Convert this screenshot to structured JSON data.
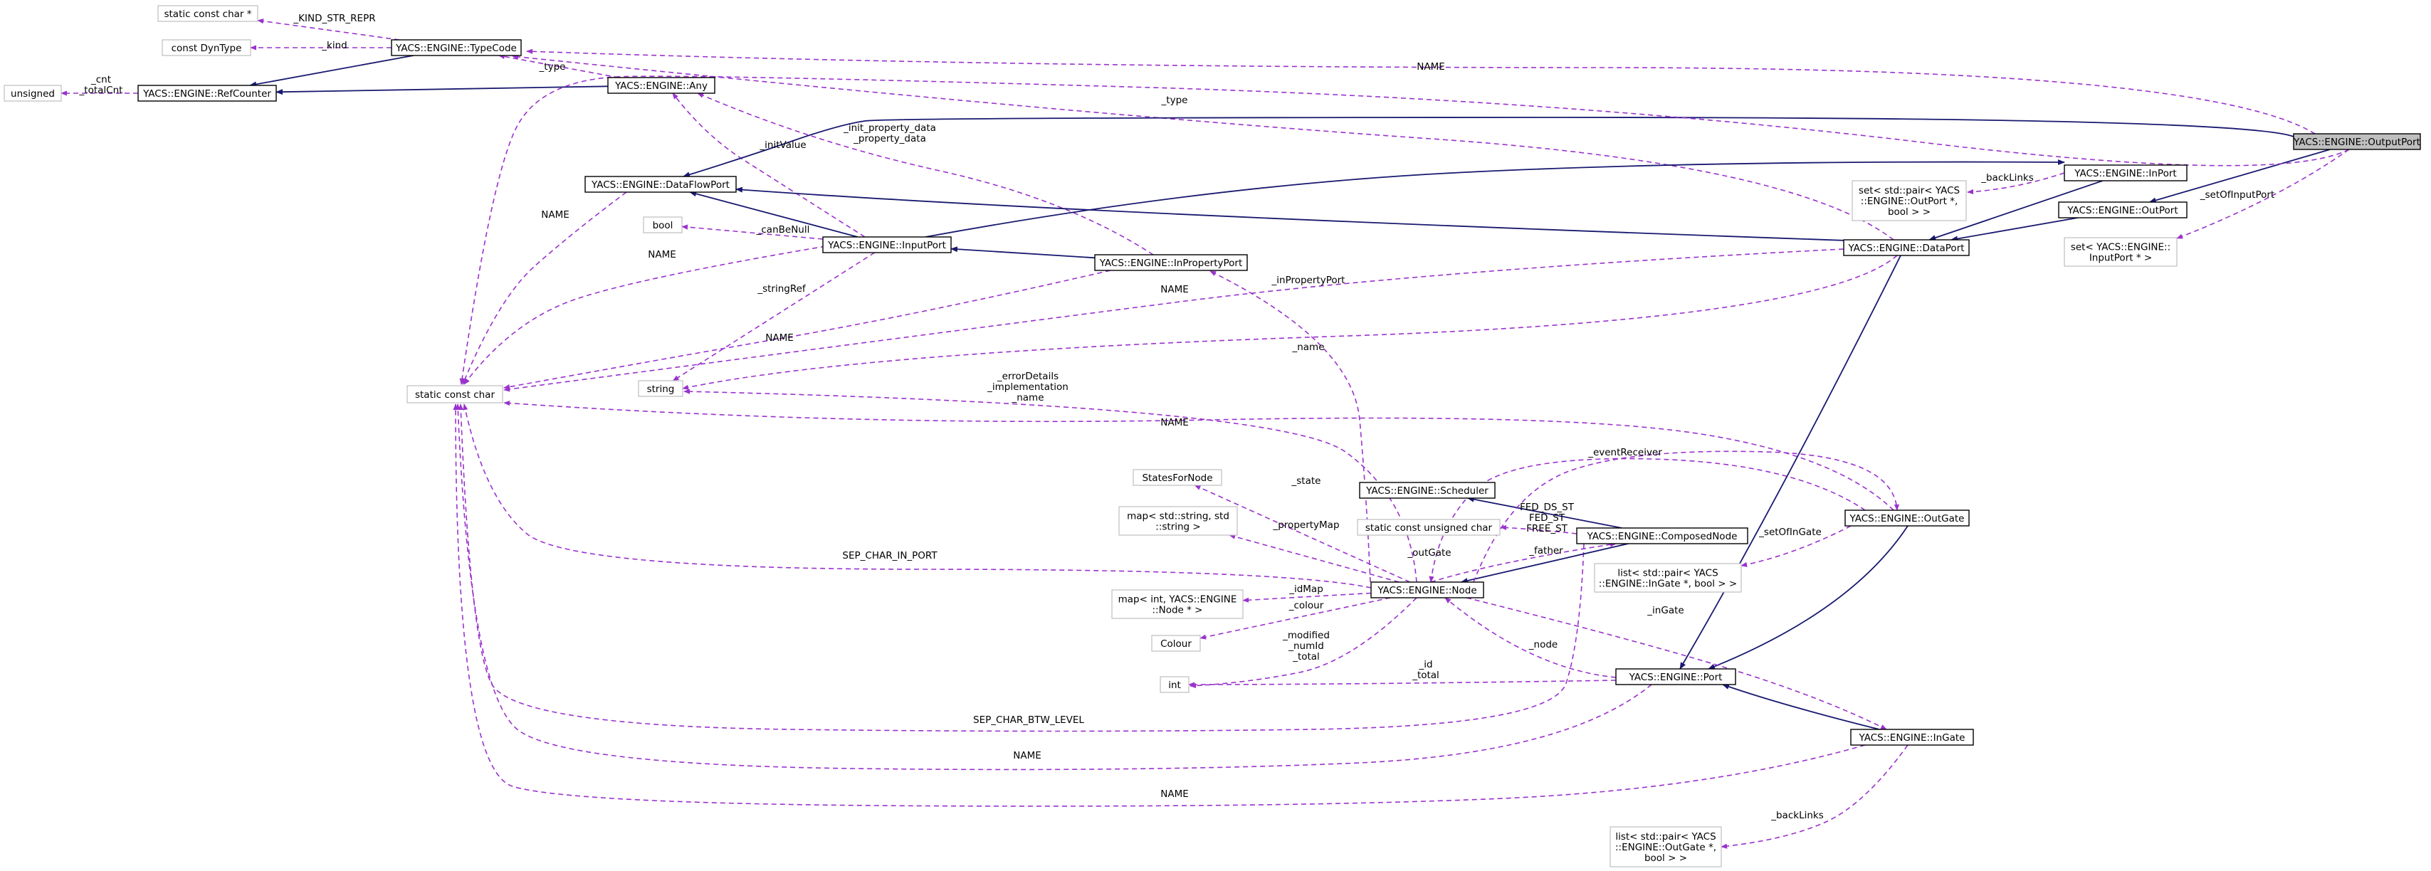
{
  "colors": {
    "usage_edge": "#9a32cd",
    "inherit_edge": "#191970",
    "root_fill": "#bfbfbf",
    "class_border": "#000000",
    "external_border": "#bfbfbf"
  },
  "nodes": [
    {
      "id": "outputport",
      "label": "YACS::ENGINE::OutputPort",
      "kind": "root"
    },
    {
      "id": "typecode",
      "label": "YACS::ENGINE::TypeCode",
      "kind": "class"
    },
    {
      "id": "staticconstcharptr",
      "label": "static const char *",
      "kind": "external"
    },
    {
      "id": "constdyntype",
      "label": "const DynType",
      "kind": "external"
    },
    {
      "id": "unsigned",
      "label": "unsigned",
      "kind": "external"
    },
    {
      "id": "refcounter",
      "label": "YACS::ENGINE::RefCounter",
      "kind": "class"
    },
    {
      "id": "any",
      "label": "YACS::ENGINE::Any",
      "kind": "class"
    },
    {
      "id": "dataflowport",
      "label": "YACS::ENGINE::DataFlowPort",
      "kind": "class"
    },
    {
      "id": "bool",
      "label": "bool",
      "kind": "external"
    },
    {
      "id": "inputport",
      "label": "YACS::ENGINE::InputPort",
      "kind": "class"
    },
    {
      "id": "inpropertyport",
      "label": "YACS::ENGINE::InPropertyPort",
      "kind": "class"
    },
    {
      "id": "inport",
      "label": "YACS::ENGINE::InPort",
      "kind": "class"
    },
    {
      "id": "setpairoutport",
      "label": [
        "set< std::pair< YACS",
        "::ENGINE::OutPort *,",
        "bool > >"
      ],
      "kind": "external"
    },
    {
      "id": "outport",
      "label": "YACS::ENGINE::OutPort",
      "kind": "class"
    },
    {
      "id": "setinputport",
      "label": [
        "set< YACS::ENGINE::",
        "InputPort * >"
      ],
      "kind": "external"
    },
    {
      "id": "dataport",
      "label": "YACS::ENGINE::DataPort",
      "kind": "class"
    },
    {
      "id": "staticconstchar",
      "label": "static const char",
      "kind": "external"
    },
    {
      "id": "string",
      "label": "string",
      "kind": "external"
    },
    {
      "id": "statesfornode",
      "label": "StatesForNode",
      "kind": "external"
    },
    {
      "id": "mapstring",
      "label": [
        "map< std::string, std",
        "::string >"
      ],
      "kind": "external"
    },
    {
      "id": "mapnode",
      "label": [
        "map< int, YACS::ENGINE",
        "::Node * >"
      ],
      "kind": "external"
    },
    {
      "id": "colour",
      "label": "Colour",
      "kind": "external"
    },
    {
      "id": "int",
      "label": "int",
      "kind": "external"
    },
    {
      "id": "scheduler",
      "label": "YACS::ENGINE::Scheduler",
      "kind": "class"
    },
    {
      "id": "staticconstuchar",
      "label": "static const unsigned char",
      "kind": "external"
    },
    {
      "id": "composednode",
      "label": "YACS::ENGINE::ComposedNode",
      "kind": "class"
    },
    {
      "id": "node",
      "label": "YACS::ENGINE::Node",
      "kind": "class"
    },
    {
      "id": "outgate",
      "label": "YACS::ENGINE::OutGate",
      "kind": "class"
    },
    {
      "id": "listingate",
      "label": [
        "list< std::pair< YACS",
        "::ENGINE::InGate *, bool > >"
      ],
      "kind": "external"
    },
    {
      "id": "port",
      "label": "YACS::ENGINE::Port",
      "kind": "class"
    },
    {
      "id": "ingate",
      "label": "YACS::ENGINE::InGate",
      "kind": "class"
    },
    {
      "id": "listoutgate",
      "label": [
        "list< std::pair< YACS",
        "::ENGINE::OutGate *,",
        "bool > >"
      ],
      "kind": "external"
    }
  ],
  "edges": [
    {
      "from": "typecode",
      "to": "staticconstcharptr",
      "type": "usage",
      "label": [
        "_KIND_STR_REPR"
      ]
    },
    {
      "from": "typecode",
      "to": "constdyntype",
      "type": "usage",
      "label": [
        "_kind"
      ]
    },
    {
      "from": "refcounter",
      "to": "unsigned",
      "type": "usage",
      "label": [
        "_cnt",
        "_totalCnt"
      ]
    },
    {
      "from": "typecode",
      "to": "refcounter",
      "type": "inherit",
      "label": []
    },
    {
      "from": "any",
      "to": "refcounter",
      "type": "inherit",
      "label": []
    },
    {
      "from": "any",
      "to": "typecode",
      "type": "usage",
      "label": [
        "_type"
      ]
    },
    {
      "from": "outputport",
      "to": "typecode",
      "type": "usage",
      "label": [
        "NAME"
      ]
    },
    {
      "from": "dataport",
      "to": "typecode",
      "type": "usage",
      "label": [
        "_type"
      ]
    },
    {
      "from": "inpropertyport",
      "to": "any",
      "type": "usage",
      "label": [
        "_init_property_data",
        "_property_data"
      ]
    },
    {
      "from": "inputport",
      "to": "any",
      "type": "usage",
      "label": [
        "_initValue"
      ]
    },
    {
      "from": "outputport",
      "to": "dataflowport",
      "type": "inherit",
      "label": []
    },
    {
      "from": "inputport",
      "to": "dataflowport",
      "type": "inherit",
      "label": []
    },
    {
      "from": "dataport",
      "to": "dataflowport",
      "type": "inherit",
      "label": []
    },
    {
      "from": "inputport",
      "to": "bool",
      "type": "usage",
      "label": [
        "_canBeNull"
      ]
    },
    {
      "from": "inpropertyport",
      "to": "inputport",
      "type": "inherit",
      "label": []
    },
    {
      "from": "inputport",
      "to": "inport",
      "type": "inherit",
      "label": []
    },
    {
      "from": "inport",
      "to": "setpairoutport",
      "type": "usage",
      "label": [
        "_backLinks"
      ]
    },
    {
      "from": "outputport",
      "to": "outport",
      "type": "inherit",
      "label": []
    },
    {
      "from": "outputport",
      "to": "setinputport",
      "type": "usage",
      "label": [
        "_setOfInputPort"
      ]
    },
    {
      "from": "inport",
      "to": "dataport",
      "type": "inherit",
      "label": []
    },
    {
      "from": "outport",
      "to": "dataport",
      "type": "inherit",
      "label": []
    },
    {
      "from": "outputport",
      "to": "staticconstchar",
      "type": "usage",
      "label": []
    },
    {
      "from": "dataflowport",
      "to": "staticconstchar",
      "type": "usage",
      "label": [
        "NAME"
      ]
    },
    {
      "from": "inputport",
      "to": "staticconstchar",
      "type": "usage",
      "label": [
        "NAME"
      ]
    },
    {
      "from": "inpropertyport",
      "to": "staticconstchar",
      "type": "usage",
      "label": [
        "NAME"
      ]
    },
    {
      "from": "dataport",
      "to": "staticconstchar",
      "type": "usage",
      "label": [
        "NAME"
      ]
    },
    {
      "from": "inputport",
      "to": "string",
      "type": "usage",
      "label": [
        "_stringRef"
      ]
    },
    {
      "from": "dataport",
      "to": "string",
      "type": "usage",
      "label": [
        "_name"
      ]
    },
    {
      "from": "node",
      "to": "string",
      "type": "usage",
      "label": [
        "_errorDetails",
        "_implementation",
        "_name"
      ]
    },
    {
      "from": "node",
      "to": "inpropertyport",
      "type": "usage",
      "label": [
        "_inPropertyPort"
      ]
    },
    {
      "from": "outgate",
      "to": "staticconstchar",
      "type": "usage",
      "label": [
        "NAME"
      ]
    },
    {
      "from": "node",
      "to": "staticconstchar",
      "type": "usage",
      "label": [
        "SEP_CHAR_IN_PORT"
      ]
    },
    {
      "from": "composednode",
      "to": "staticconstchar",
      "type": "usage",
      "label": [
        "SEP_CHAR_BTW_LEVEL"
      ]
    },
    {
      "from": "port",
      "to": "staticconstchar",
      "type": "usage",
      "label": [
        "NAME"
      ]
    },
    {
      "from": "ingate",
      "to": "staticconstchar",
      "type": "usage",
      "label": [
        "NAME"
      ]
    },
    {
      "from": "node",
      "to": "statesfornode",
      "type": "usage",
      "label": [
        "_state"
      ]
    },
    {
      "from": "node",
      "to": "mapstring",
      "type": "usage",
      "label": [
        "_propertyMap"
      ]
    },
    {
      "from": "node",
      "to": "mapnode",
      "type": "usage",
      "label": [
        "_idMap"
      ]
    },
    {
      "from": "node",
      "to": "colour",
      "type": "usage",
      "label": [
        "_colour"
      ]
    },
    {
      "from": "node",
      "to": "int",
      "type": "usage",
      "label": [
        "_modified",
        "_numId",
        "_total"
      ]
    },
    {
      "from": "port",
      "to": "int",
      "type": "usage",
      "label": [
        "_id",
        "_total"
      ]
    },
    {
      "from": "composednode",
      "to": "scheduler",
      "type": "inherit",
      "label": []
    },
    {
      "from": "composednode",
      "to": "staticconstuchar",
      "type": "usage",
      "label": [
        "FED_DS_ST",
        "FED_ST",
        "FREE_ST"
      ]
    },
    {
      "from": "composednode",
      "to": "node",
      "type": "inherit",
      "label": []
    },
    {
      "from": "node",
      "to": "composednode",
      "type": "usage",
      "label": [
        "_father"
      ]
    },
    {
      "from": "outgate",
      "to": "node",
      "type": "usage",
      "label": [
        "_eventReceiver"
      ]
    },
    {
      "from": "node",
      "to": "outgate",
      "type": "usage",
      "label": [
        "_outGate"
      ]
    },
    {
      "from": "outgate",
      "to": "listingate",
      "type": "usage",
      "label": [
        "_setOfInGate"
      ]
    },
    {
      "from": "dataport",
      "to": "port",
      "type": "inherit",
      "label": []
    },
    {
      "from": "outgate",
      "to": "port",
      "type": "inherit",
      "label": []
    },
    {
      "from": "ingate",
      "to": "port",
      "type": "inherit",
      "label": []
    },
    {
      "from": "port",
      "to": "node",
      "type": "usage",
      "label": [
        "_node"
      ]
    },
    {
      "from": "node",
      "to": "ingate",
      "type": "usage",
      "label": [
        "_inGate"
      ]
    },
    {
      "from": "ingate",
      "to": "listoutgate",
      "type": "usage",
      "label": [
        "_backLinks"
      ]
    }
  ]
}
